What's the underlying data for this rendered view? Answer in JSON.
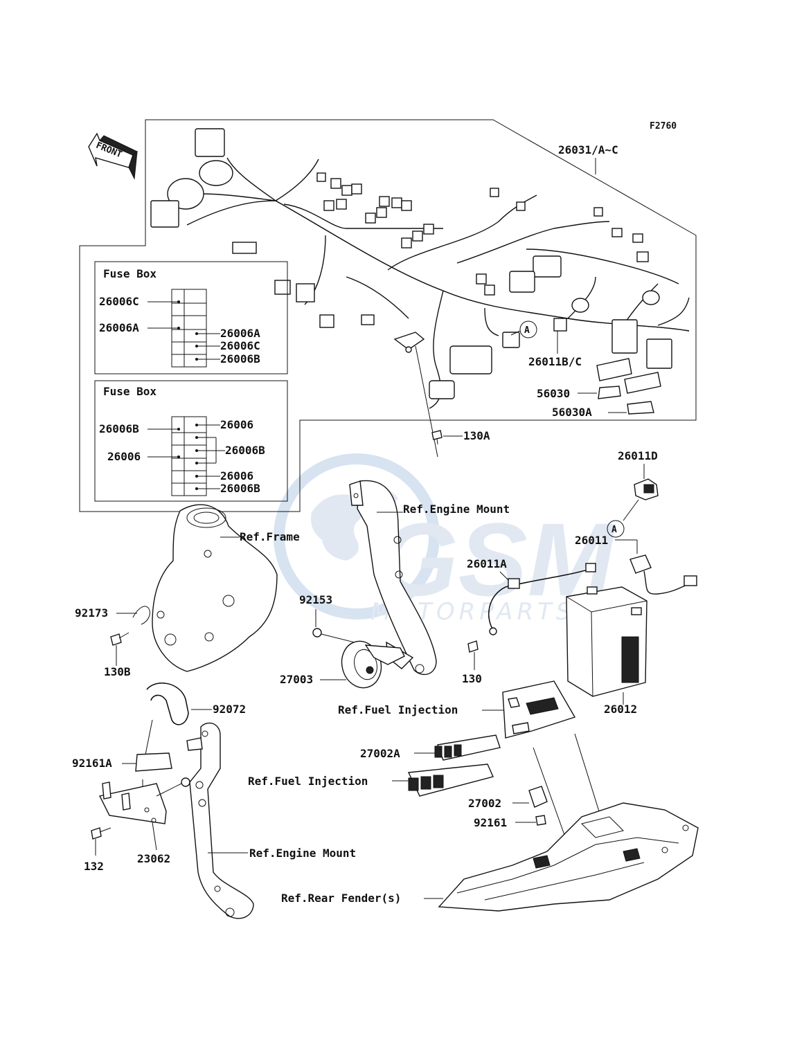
{
  "figure_code": "F2760",
  "front_arrow_label": "FRONT",
  "fuse_box_1": {
    "title": "Fuse Box",
    "left_labels": [
      "26006C",
      "26006A"
    ],
    "right_labels": [
      "26006A",
      "26006C",
      "26006B"
    ]
  },
  "fuse_box_2": {
    "title": "Fuse Box",
    "left_labels": [
      "26006B",
      "26006"
    ],
    "right_labels": [
      "26006",
      "26006B",
      "26006",
      "26006B"
    ]
  },
  "callout_marker": "A",
  "part_labels": {
    "harness": "26031/A~C",
    "connector_bc": "26011B/C",
    "cover_56030": "56030",
    "cover_56030a": "56030A",
    "bolt_130a": "130A",
    "connector_d": "26011D",
    "connector_26011": "26011",
    "cable_26011a": "26011A",
    "ref_engine_mount_top": "Ref.Engine Mount",
    "ref_frame": "Ref.Frame",
    "part_92173": "92173",
    "bolt_130b": "130B",
    "part_92153": "92153",
    "horn_27003": "27003",
    "bolt_130": "130",
    "battery_26012": "26012",
    "band_92072": "92072",
    "ref_fuel_injection_top": "Ref.Fuel Injection",
    "ecu_27002a": "27002A",
    "pad_92161a": "92161A",
    "ref_fuel_injection_mid": "Ref.Fuel Injection",
    "relay_27002": "27002",
    "pad_92161": "92161",
    "bolt_132": "132",
    "bracket_23062": "23062",
    "ref_engine_mount_bottom": "Ref.Engine Mount",
    "ref_rear_fender": "Ref.Rear Fender(s)"
  },
  "watermark": {
    "brand": "MOTORPARTS",
    "logo_text": "GSM"
  }
}
